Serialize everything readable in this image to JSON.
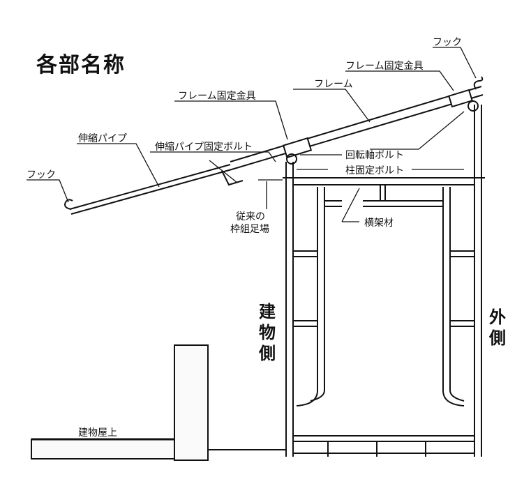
{
  "title": "各部名称",
  "labels": {
    "hook_top": "フック",
    "frame_fixture_top": "フレーム固定金具",
    "frame": "フレーム",
    "frame_fixture_mid": "フレーム固定金具",
    "telescopic_pipe": "伸縮パイプ",
    "telescopic_pipe_bolt": "伸縮パイプ固定ボルト",
    "hook_left": "フック",
    "pivot_bolt": "回転軸ボルト",
    "column_bolt": "柱固定ボルト",
    "conventional_scaffold_1": "従来の",
    "conventional_scaffold_2": "枠組足場",
    "crossbeam": "横架材",
    "building_side": "建物側",
    "outside": "外側",
    "rooftop": "建物屋上"
  }
}
